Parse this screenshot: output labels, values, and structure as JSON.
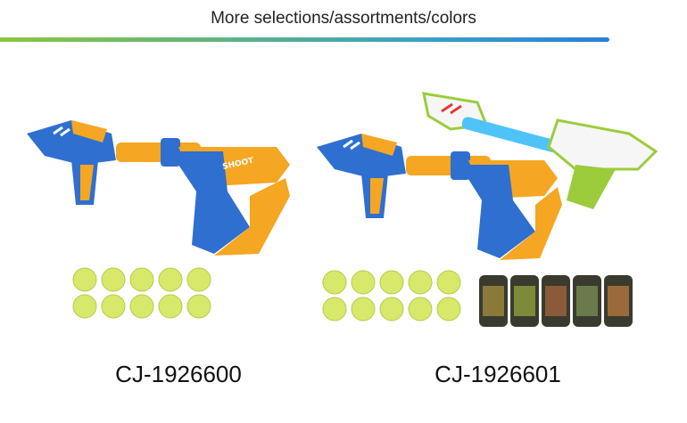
{
  "header": {
    "title": "More selections/assortments/colors",
    "bar_gradient": [
      "#8cc63f",
      "#2a7fd6"
    ]
  },
  "products": [
    {
      "sku": "CJ-1926600",
      "gun_colors": [
        "#2f6fd0",
        "#f5a623"
      ],
      "ball_count": 10,
      "ball_color": "#d8e86a"
    },
    {
      "sku": "CJ-1926601",
      "gun_colors": [
        "#2f6fd0",
        "#f5a623"
      ],
      "second_gun_colors": [
        "#ffffff",
        "#4fc3f7",
        "#9ccc3c"
      ],
      "ball_count": 10,
      "ball_color": "#d8e86a",
      "target_can_count": 5
    }
  ],
  "logo_text": "SHOOT"
}
